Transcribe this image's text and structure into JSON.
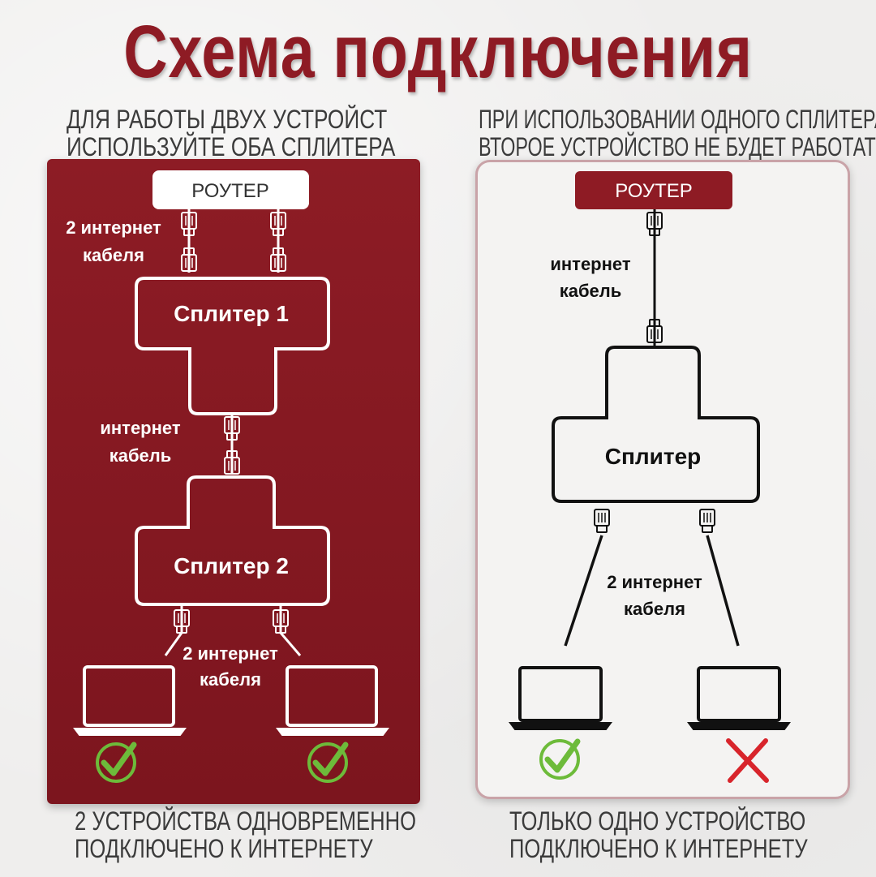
{
  "title": "Схема подключения",
  "left": {
    "caption_lines": [
      "ДЛЯ РАБОТЫ ДВУХ УСТРОЙСТ",
      "ИСПОЛЬЗУЙТЕ ОБА СПЛИТЕРА"
    ],
    "router": "РОУТЕР",
    "cables_top": [
      "2 интернет",
      "кабеля"
    ],
    "splitter1": "Сплитер 1",
    "cable_mid": [
      "интернет",
      "кабель"
    ],
    "splitter2": "Сплитер 2",
    "cables_bottom": [
      "2 интернет",
      "кабеля"
    ],
    "footer_lines": [
      "2 УСТРОЙСТВА ОДНОВРЕМЕННО",
      "ПОДКЛЮЧЕНО К ИНТЕРНЕТУ"
    ],
    "statuses": [
      "check-icon",
      "check-icon"
    ]
  },
  "right": {
    "caption_lines": [
      "ПРИ ИСПОЛЬЗОВАНИИ ОДНОГО СПЛИТЕРА",
      "ВТОРОЕ УСТРОЙСТВО НЕ БУДЕТ РАБОТАТЬ"
    ],
    "router": "РОУТЕР",
    "cable_top": [
      "интернет",
      "кабель"
    ],
    "splitter": "Сплитер",
    "cables_bottom": [
      "2 интернет",
      "кабеля"
    ],
    "footer_lines": [
      "ТОЛЬКО ОДНО УСТРОЙСТВО",
      "ПОДКЛЮЧЕНО К ИНТЕРНЕТУ"
    ],
    "statuses": [
      "check-icon",
      "cross-icon"
    ]
  },
  "colors": {
    "brand_red": "#8e1b24",
    "check_green": "#6dbb3a",
    "cross_red": "#d8242b"
  }
}
